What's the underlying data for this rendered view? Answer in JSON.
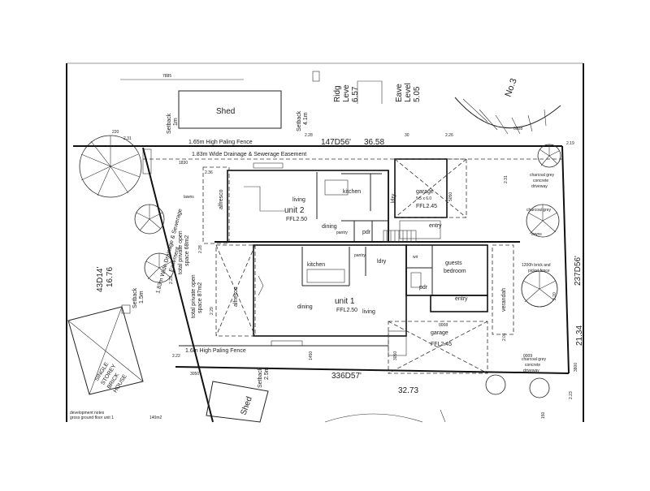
{
  "plan": {
    "north_shed_label": "Shed",
    "south_shed_label": "Shed",
    "setback_north_left": [
      "Setback",
      "1m"
    ],
    "setback_north_right": [
      "Setback",
      "4.1m"
    ],
    "setback_west": [
      "Setback",
      "1.5m"
    ],
    "setback_south": [
      "Setback",
      "2.5m"
    ],
    "fence_north": "1.65m High Paling Fence",
    "fence_south": "1.6m High Paling Fence",
    "easement_north": "1.83m Wide Drainage & Sewerage Easement",
    "easement_west_a": "1.83m Wide Drainage & Sewerage",
    "easement_west_b": "Easement",
    "bearing_north": "147D56'",
    "length_north": "36.58",
    "bearing_south": "336D57'",
    "length_south": "32.73",
    "bearing_west": "43D14'",
    "length_west": "16.76",
    "bearing_east": "237D56'",
    "length_east": "21.34",
    "ridge_level": [
      "Ridg",
      "Leve",
      "6.57"
    ],
    "eave_level": [
      "Eave",
      "Level",
      "5.05"
    ],
    "lot_neighbour": "No.3",
    "neighbour_house": [
      "SINGLE",
      "STOREY",
      "BRICK",
      "HOUSE"
    ],
    "open_space_unit2": [
      "total private open",
      "space 68m2"
    ],
    "open_space_unit1": [
      "total private open",
      "space 87m2"
    ],
    "driveway_upper": [
      "charcoal grey",
      "concrete",
      "driveway"
    ],
    "driveway_lower": [
      "charcoal grey",
      "concrete",
      "driveway"
    ],
    "brick_fence": [
      "1200h brick and",
      "picket fence"
    ],
    "lawn_label": "lawns",
    "dev_notes": [
      "development notes",
      "gross ground floor unit 1"
    ],
    "area_value": "140m2",
    "dims": {
      "d220": "220",
      "d231": "2.31",
      "d226": "2.26",
      "d228a": "2.28",
      "d228b": "2.28",
      "d229": "2.29",
      "d223": "2.23",
      "d222": "2.22",
      "d219": "2.19",
      "d231b": "2.31",
      "d220b": "2.20",
      "d201": "2.01",
      "d223b": "2.23",
      "d150": "150",
      "d3800": "3800",
      "d0008": "0008",
      "d0008b": "0008",
      "d0009": "0009",
      "d1830": "1830",
      "d1450": "1450",
      "d3050": "3050",
      "d5050": "5050",
      "d7885": "7885",
      "d030": "30",
      "d236": "2.36"
    },
    "unit2": {
      "name": "unit 2",
      "ffl": "FFL2.50",
      "living": "living",
      "kitchen": "kitchen",
      "dining": "dining",
      "pantry": "pantry",
      "pdr": "pdr",
      "ldry": "ldry",
      "alfresco": "alfresco",
      "garage": "garage",
      "garage_size": "5.5 x 6.0",
      "garage_ffl": "FFL2.45",
      "entry": "entry"
    },
    "unit1": {
      "name": "unit 1",
      "ffl": "FFL2.50",
      "living": "living",
      "kitchen": "kitchen",
      "dining": "dining",
      "pantry": "pantry",
      "pdr": "pdr",
      "ldry": "ldry",
      "wir": "wir",
      "alfresco": "alfresco",
      "guests": "guests",
      "bedroom": "bedroom",
      "entry": "entry",
      "verandah": "verandah",
      "garage": "garage",
      "garage_ffl": "FFL2.45"
    }
  }
}
